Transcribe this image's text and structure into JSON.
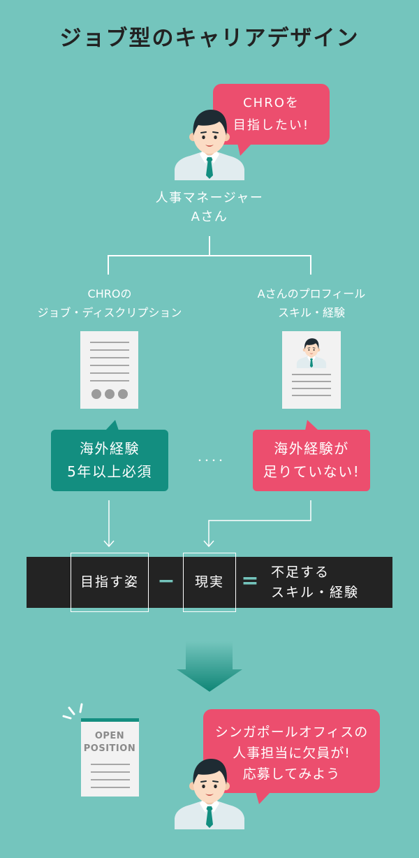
{
  "title": "ジョブ型のキャリアデザイン",
  "colors": {
    "background": "#74c5bd",
    "accent_pink": "#ec4e6e",
    "accent_teal": "#138e80",
    "band": "#232323"
  },
  "icons": {
    "manager_avatar": "person-avatar-icon",
    "job_description": "document-icon",
    "profile": "profile-document-icon",
    "opening_notice": "open-position-document-icon",
    "flow": "down-arrow-icon",
    "attention": "attention-burst-icon"
  },
  "manager": {
    "speech": [
      "CHROを",
      "目指したい!"
    ],
    "name": [
      "人事マネージャー",
      "Aさん"
    ]
  },
  "job_description": {
    "label": [
      "CHROの",
      "ジョブ・ディスクリプション"
    ],
    "requirement": [
      "海外経験",
      "5年以上必須"
    ]
  },
  "profile": {
    "label": [
      "Aさんのプロフィール",
      "スキル・経験"
    ],
    "gap": [
      "海外経験が",
      "足りていない!"
    ]
  },
  "connector": "・・・・",
  "equation": {
    "target": "目指す姿",
    "minus": "−",
    "reality": "現実",
    "equals": "=",
    "result": [
      "不足する",
      "スキル・経験"
    ]
  },
  "opening": {
    "document": [
      "OPEN",
      "POSITION"
    ],
    "speech": [
      "シンガポールオフィスの",
      "人事担当に欠員が!",
      "応募してみよう"
    ]
  }
}
